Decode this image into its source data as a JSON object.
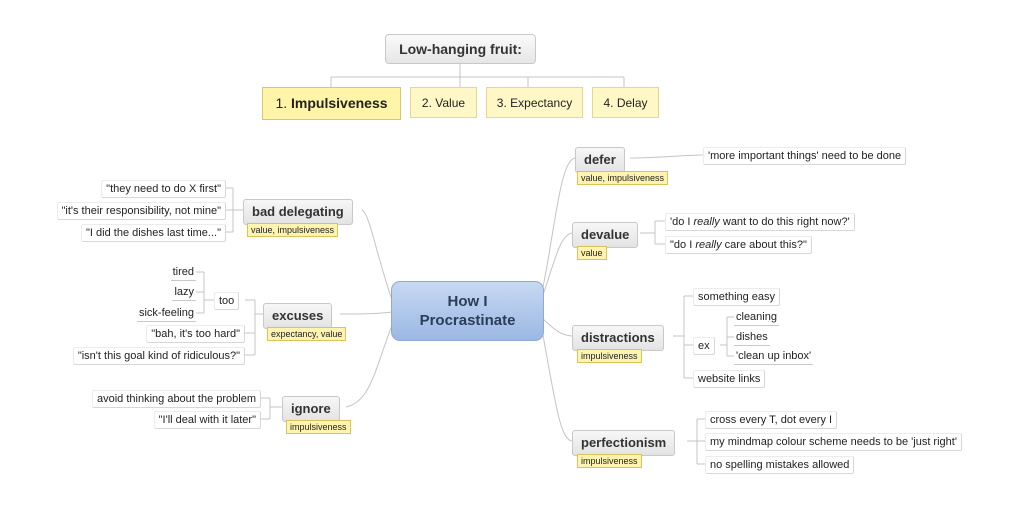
{
  "top": {
    "title": "Low-hanging fruit:",
    "items": [
      {
        "num": "1.",
        "label": "Impulsiveness"
      },
      {
        "num": "2.",
        "label": "Value"
      },
      {
        "num": "3.",
        "label": "Expectancy"
      },
      {
        "num": "4.",
        "label": "Delay"
      }
    ]
  },
  "center": {
    "line1": "How I",
    "line2": "Procrastinate"
  },
  "branches": {
    "bad_delegating": {
      "label": "bad delegating",
      "tag": "value, impulsiveness",
      "children": [
        "\"they need to do X first\"",
        "\"it's their responsibility, not mine\"",
        "\"I did the dishes last time...\""
      ]
    },
    "excuses": {
      "label": "excuses",
      "tag": "expectancy, value",
      "too": {
        "label": "too",
        "children": [
          "tired",
          "lazy",
          "sick-feeling"
        ]
      },
      "children": [
        "\"bah, it's too hard\"",
        "\"isn't this goal kind of ridiculous?\""
      ]
    },
    "ignore": {
      "label": "ignore",
      "tag": "impulsiveness",
      "children": [
        "avoid thinking about the problem",
        "\"I'll deal with it later\""
      ]
    },
    "defer": {
      "label": "defer",
      "tag": "value, impulsiveness",
      "children": [
        "'more important things' need to be done"
      ]
    },
    "devalue": {
      "label": "devalue",
      "tag": "value",
      "children": [
        {
          "pre": "'do I ",
          "em": "really",
          "post": " want to do this right now?'"
        },
        {
          "pre": "\"do I ",
          "em": "really",
          "post": " care about this?\""
        }
      ]
    },
    "distractions": {
      "label": "distractions",
      "tag": "impulsiveness",
      "children": [
        "something easy",
        "website links"
      ],
      "ex": {
        "label": "ex",
        "children": [
          "cleaning",
          "dishes",
          "'clean up inbox'"
        ]
      }
    },
    "perfectionism": {
      "label": "perfectionism",
      "tag": "impulsiveness",
      "children": [
        "cross every T, dot every I",
        "my mindmap colour scheme needs to be 'just right'",
        "no spelling mistakes allowed"
      ]
    }
  }
}
